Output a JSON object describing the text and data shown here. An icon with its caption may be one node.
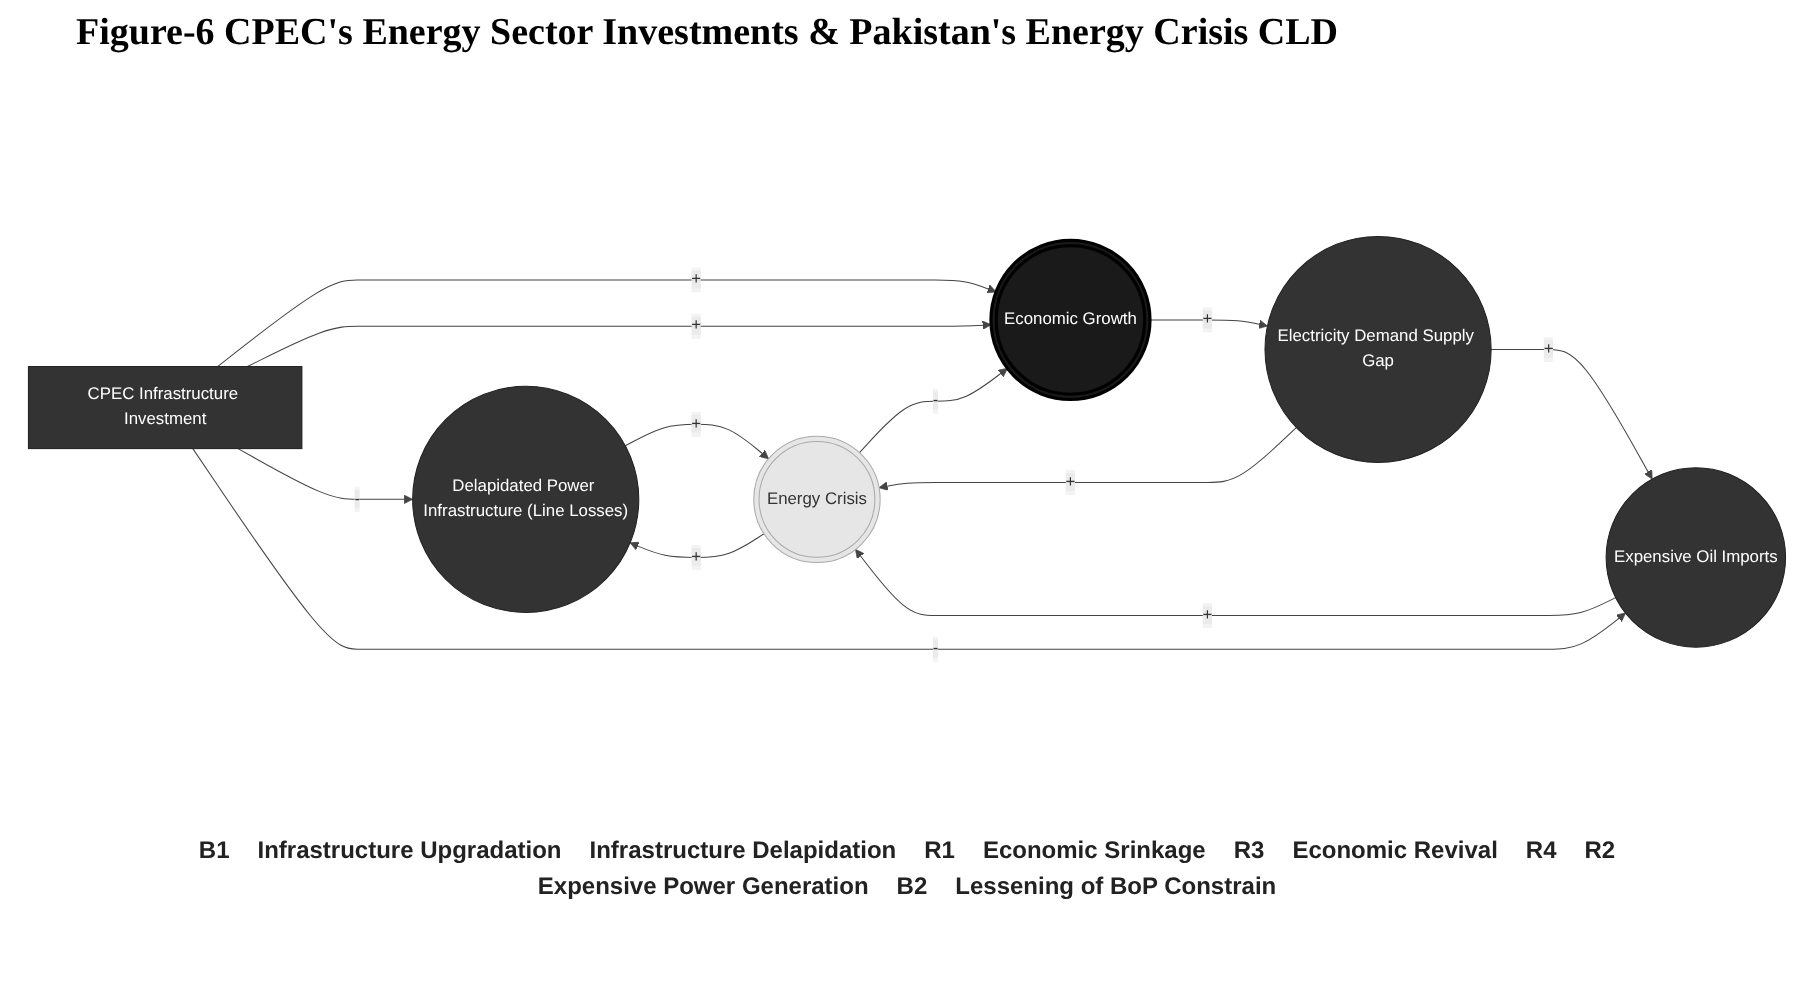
{
  "diagram": {
    "title": "Figure-6 CPEC's Energy Sector Investments & Pakistan's Energy Crisis CLD",
    "nodes": [
      {
        "text": [
          "Delapidated Power Infrastructure (Line Losses)"
        ]
      },
      {
        "text": [
          "Energy Crisis"
        ]
      },
      {
        "text": [
          "Economic Growth"
        ]
      },
      {
        "text": [
          "CPEC Infrastructure Investment"
        ]
      },
      {
        "text": [
          "Electricity Demand Supply Gap"
        ]
      },
      {
        "text": [
          "Expensive Oil Imports"
        ]
      }
    ],
    "edges": [
      {
        "from": 0,
        "to": 1,
        "arrow": "to",
        "label": "+"
      },
      {
        "from": 1,
        "to": 0,
        "arrow": "to",
        "label": "+"
      },
      {
        "from": 1,
        "to": 2,
        "arrow": "to",
        "label": "-"
      },
      {
        "from": 3,
        "to": 2,
        "arrow": "to",
        "label": "+"
      },
      {
        "from": 3,
        "to": 2,
        "arrow": "to",
        "label": "+"
      },
      {
        "from": 3,
        "to": 0,
        "arrow": "to",
        "label": "-"
      },
      {
        "from": 3,
        "to": 5,
        "arrow": "to",
        "label": "-"
      },
      {
        "from": 2,
        "to": 4,
        "arrow": "to",
        "label": "+"
      },
      {
        "from": 4,
        "to": 1,
        "arrow": "to",
        "label": "+"
      },
      {
        "from": 4,
        "to": 5,
        "arrow": "to",
        "label": "+"
      },
      {
        "from": 5,
        "to": 1,
        "arrow": "to",
        "label": "+"
      }
    ],
    "labels": [
      "B1",
      "Infrastructure Upgradation",
      "Infrastructure Delapidation",
      "R1",
      "Economic Srinkage",
      "R3",
      "Economic Revival",
      "R4",
      "R2",
      "Expensive Power Generation",
      "B2",
      "Lessening of BoP Constrain"
    ]
  }
}
